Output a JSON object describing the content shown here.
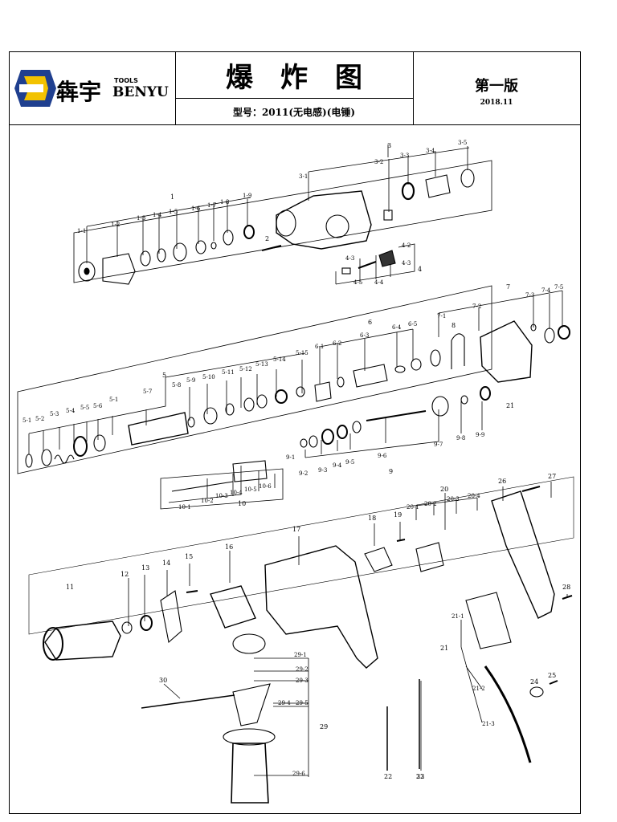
{
  "header": {
    "brand_cn": "犇宇",
    "brand_tools": "TOOLS",
    "brand_en": "BENYU",
    "title": "爆炸图",
    "model": "型号：2011(无电感)(电锤)",
    "edition": "第一版",
    "date": "2018.11"
  },
  "groups": {
    "g1": {
      "head": "1",
      "subs": [
        "1-1",
        "1-2",
        "1-3",
        "1-4",
        "1-5",
        "1-6",
        "1-7",
        "1-8",
        "1-9"
      ]
    },
    "g3": {
      "head": "3",
      "subs": [
        "3-1",
        "3-2",
        "3-3",
        "3-4",
        "3-5"
      ]
    },
    "g4": {
      "head": "4",
      "subs": [
        "4-2",
        "4-3",
        "4-3",
        "4-5",
        "4-4"
      ]
    },
    "g5": {
      "head": "5",
      "subs": [
        "5-1",
        "5-2",
        "5-3",
        "5-4",
        "5-5",
        "5-6",
        "5-1",
        "5-7",
        "5-8",
        "5-9",
        "5-10",
        "5-11",
        "5-12",
        "5-13",
        "5-14",
        "5-15"
      ]
    },
    "g6": {
      "head": "6",
      "subs": [
        "6-1",
        "6-2",
        "6-3",
        "6-4",
        "6-5"
      ]
    },
    "g7": {
      "head": "7",
      "subs": [
        "7-1",
        "7-2",
        "7-3",
        "7-4",
        "7-5"
      ]
    },
    "g9": {
      "head": "9",
      "subs": [
        "9-1",
        "9-2",
        "9-3",
        "9-4",
        "9-5",
        "9-6",
        "9-7",
        "9-8",
        "9-9"
      ]
    },
    "g10": {
      "head": "10",
      "subs": [
        "10-1",
        "10-2",
        "10-3",
        "10-4",
        "10-5",
        "10-6"
      ]
    },
    "g20": {
      "head": "20",
      "subs": [
        "20-1",
        "20-2",
        "20-3",
        "20-4"
      ]
    },
    "g21": {
      "head": "21",
      "subs": [
        "21-1",
        "21-2",
        "21-3"
      ]
    },
    "g29": {
      "head": "29",
      "subs": [
        "29-1",
        "29-2",
        "29-3",
        "29-4",
        "29-5",
        "29-6"
      ]
    }
  },
  "singles": [
    "2",
    "8",
    "11",
    "12",
    "13",
    "14",
    "15",
    "16",
    "17",
    "18",
    "19",
    "21",
    "22",
    "23",
    "24",
    "25",
    "26",
    "27",
    "28",
    "30",
    "32"
  ]
}
